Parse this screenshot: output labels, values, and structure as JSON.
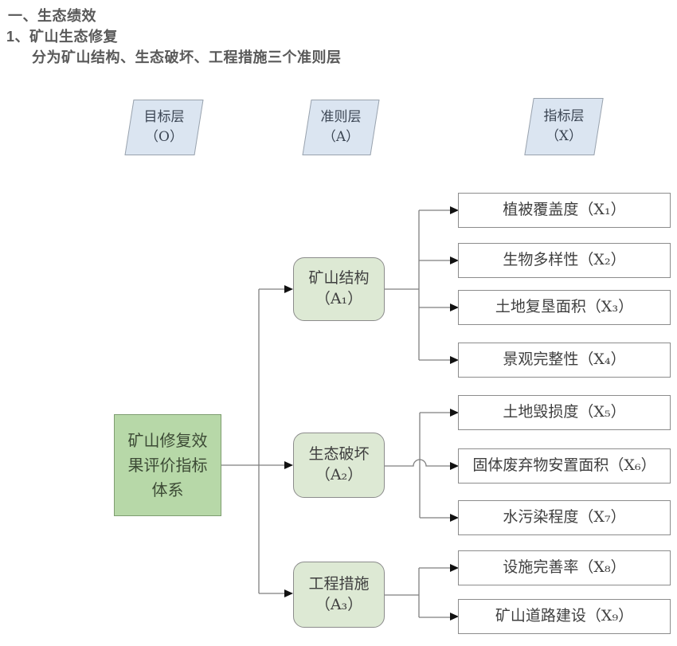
{
  "page": {
    "heading1": "一、生态绩效",
    "heading2": "1、矿山生态修复",
    "heading3": "分为矿山结构、生态破坏、工程措施三个准则层"
  },
  "diagram": {
    "layers": [
      {
        "label": "目标层",
        "code": "（O）"
      },
      {
        "label": "准则层",
        "code": "（A）"
      },
      {
        "label": "指标层",
        "code": "（X）"
      }
    ],
    "goal": {
      "label": "矿山修复效果评价指标体系"
    },
    "criteria": [
      {
        "label": "矿山结构",
        "code": "（A₁）"
      },
      {
        "label": "生态破坏",
        "code": "（A₂）"
      },
      {
        "label": "工程措施",
        "code": "（A₃）"
      }
    ],
    "indicators": [
      "植被覆盖度（X₁）",
      "生物多样性（X₂）",
      "土地复垦面积（X₃）",
      "景观完整性（X₄）",
      "土地毁损度（X₅）",
      "固体废弃物安置面积（X₆）",
      "水污染程度（X₇）",
      "设施完善率（X₈）",
      "矿山道路建设（X₉）"
    ],
    "colors": {
      "heading_text": "#595959",
      "layer_fill": "#dbe5f1",
      "layer_border": "#99a2ad",
      "goal_fill": "#b7d8a8",
      "goal_border": "#7e9d70",
      "criteria_fill": "#dde9d4",
      "indicator_fill": "#ffffff",
      "box_border": "#8c8c8c",
      "line": "#7f7f7f",
      "arrow": "#111111"
    }
  }
}
